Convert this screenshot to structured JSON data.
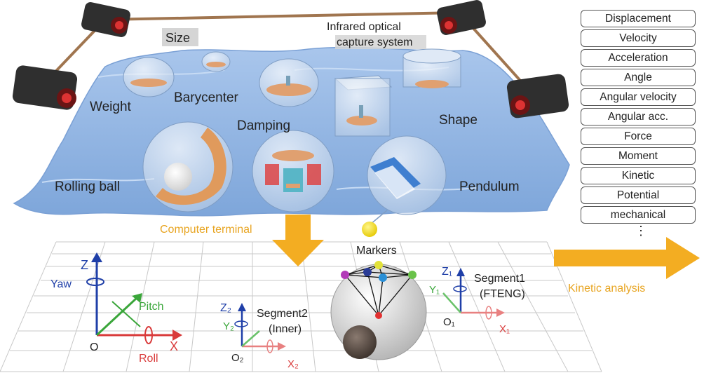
{
  "labels": {
    "size": "Size",
    "infrared_line1": "Infrared optical",
    "infrared_line2": "capture system",
    "weight": "Weight",
    "barycenter": "Barycenter",
    "shape": "Shape",
    "damping": "Damping",
    "rolling_ball": "Rolling ball",
    "pendulum": "Pendulum",
    "computer_terminal": "Computer terminal",
    "markers": "Markers",
    "kinetic_analysis": "Kinetic analysis",
    "segment2_line1": "Segment2",
    "segment2_line2": "(Inner)",
    "segment1_line1": "Segment1",
    "segment1_line2": "(FTENG)"
  },
  "axes": {
    "z": "Z",
    "yaw": "Yaw",
    "pitch": "Pitch",
    "roll": "Roll",
    "x": "X",
    "o": "O",
    "z2": "Z₂",
    "y2": "Y₂",
    "o2": "O₂",
    "x2": "X₂",
    "z1": "Z₁",
    "y1": "Y₁",
    "o1": "O₁",
    "x1": "X₁"
  },
  "parameters": [
    "Displacement",
    "Velocity",
    "Acceleration",
    "Angle",
    "Angular velocity",
    "Angular acc.",
    "Force",
    "Moment",
    "Kinetic",
    "Potential",
    "mechanical"
  ],
  "parameters_more": "⋮",
  "colors": {
    "water": "#8fb3e0",
    "accent_arrow": "#f3ad22",
    "label_tag": "#d5d5d5",
    "axis_blue": "#1f3fa8",
    "axis_red": "#d93a3a",
    "axis_green": "#3aa63a"
  }
}
